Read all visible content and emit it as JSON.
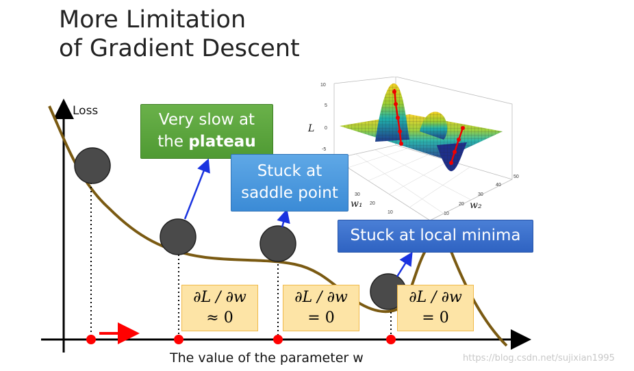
{
  "title": {
    "line1": "More Limitation",
    "line2": "of Gradient Descent"
  },
  "axes": {
    "y_label": "Loss",
    "x_label": "The value of the parameter w"
  },
  "callouts": {
    "plateau_line1": "Very slow at",
    "plateau_line2_prefix": "the ",
    "plateau_line2_bold": "plateau",
    "saddle_line1": "Stuck at",
    "saddle_line2": "saddle point",
    "local_minima": "Stuck at local minima"
  },
  "gradient_boxes": [
    {
      "expr": "∂L / ∂w",
      "value": "≈ 0"
    },
    {
      "expr": "∂L / ∂w",
      "value": "= 0"
    },
    {
      "expr": "∂L / ∂w",
      "value": "= 0"
    }
  ],
  "surface_plot": {
    "z_label": "L",
    "x_label": "w₁",
    "y_label": "w₂",
    "z_ticks": [
      "10",
      "5",
      "0",
      "-5"
    ],
    "w1_ticks": [
      "30",
      "20",
      "10"
    ],
    "w2_ticks": [
      "20",
      "10",
      "30",
      "40",
      "50"
    ]
  },
  "watermark": "https://blog.csdn.net/sujixian1995",
  "colors": {
    "curve": "#7a5a12",
    "ball": "#4a4a4a",
    "point": "#ff0000",
    "arrow_blue": "#1a33e0",
    "arrow_red": "#ff0000",
    "plateau_box": "#5aa63e",
    "saddle_box": "#4a96dd",
    "minima_box": "#3a6ec9",
    "grad_box_fill": "#fde4a6",
    "grad_box_border": "#f0b949"
  }
}
